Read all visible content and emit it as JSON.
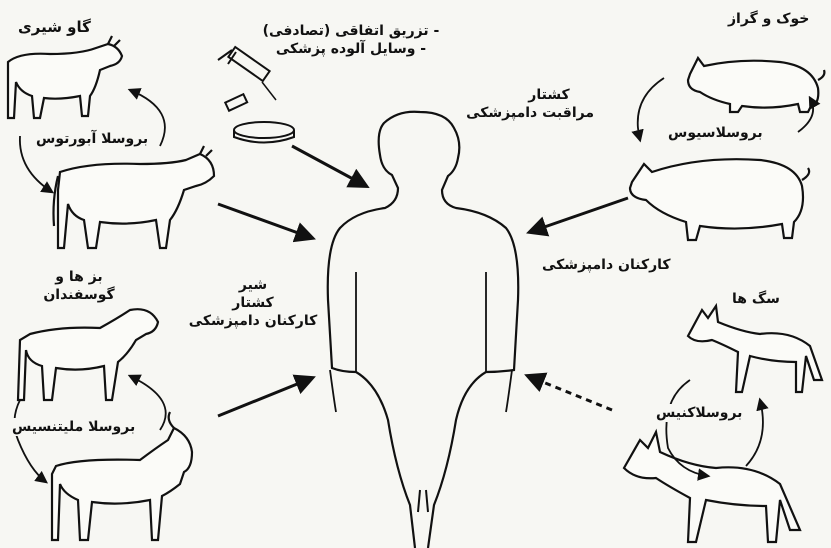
{
  "labels": {
    "dairy_cow": "گاو شیری",
    "brucella_abortus": "بروسلا آبورتوس",
    "injection_line1": "- تزریق اتفاقی (تصادفی)",
    "injection_line2": "- وسایل آلوده پزشکی",
    "pig_boar": "خوک و گراز",
    "slaughter_vet_line1": "کشتار",
    "slaughter_vet_line2": "مراقبت دامپزشکی",
    "brucella_suis": "بروسلاسیوس",
    "vet_workers_right": "کارکنان دامپزشکی",
    "goats_sheep_line1": "بز ها و",
    "goats_sheep_line2": "گوسفندان",
    "milk": "شیر",
    "slaughter": "کشتار",
    "vet_workers_center": "کارکنان دامپزشکی",
    "brucella_melitensis": "بروسلا ملیتنسیس",
    "dogs": "سگ ها",
    "brucella_canis": "بروسلاکنیس"
  },
  "colors": {
    "ink": "#111111",
    "paper": "#f7f7f3"
  }
}
